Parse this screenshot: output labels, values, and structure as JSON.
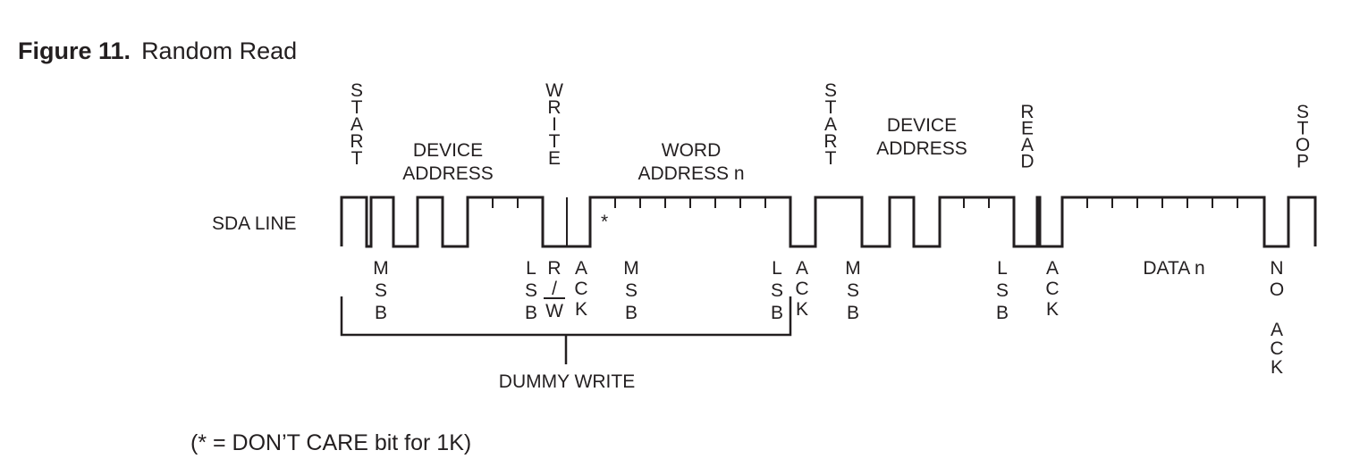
{
  "figure": {
    "number": "Figure 11.",
    "title": "Random Read"
  },
  "note": "(* = DON’T CARE bit for 1K)",
  "signal_label": "SDA LINE",
  "dont_care_mark": "*",
  "top_labels": {
    "start1": "START",
    "device_address1": [
      "DEVICE",
      "ADDRESS"
    ],
    "write": "WRITE",
    "word_address": [
      "WORD",
      "ADDRESS n"
    ],
    "start2": "START",
    "device_address2": [
      "DEVICE",
      "ADDRESS"
    ],
    "read": "READ",
    "stop": "STOP"
  },
  "bottom_labels": {
    "msb1": "MSB",
    "lsb1": "LSB",
    "rw_top": "R",
    "rw_slash": "/",
    "rw_bottom": "W",
    "ack1": "ACK",
    "msb2": "MSB",
    "lsb2": "LSB",
    "ack2": "ACK",
    "msb3": "MSB",
    "lsb3": "LSB",
    "ack3": "ACK",
    "data": "DATA n",
    "no": "NO",
    "no_ack": "ACK"
  },
  "dummy_write": "DUMMY WRITE"
}
